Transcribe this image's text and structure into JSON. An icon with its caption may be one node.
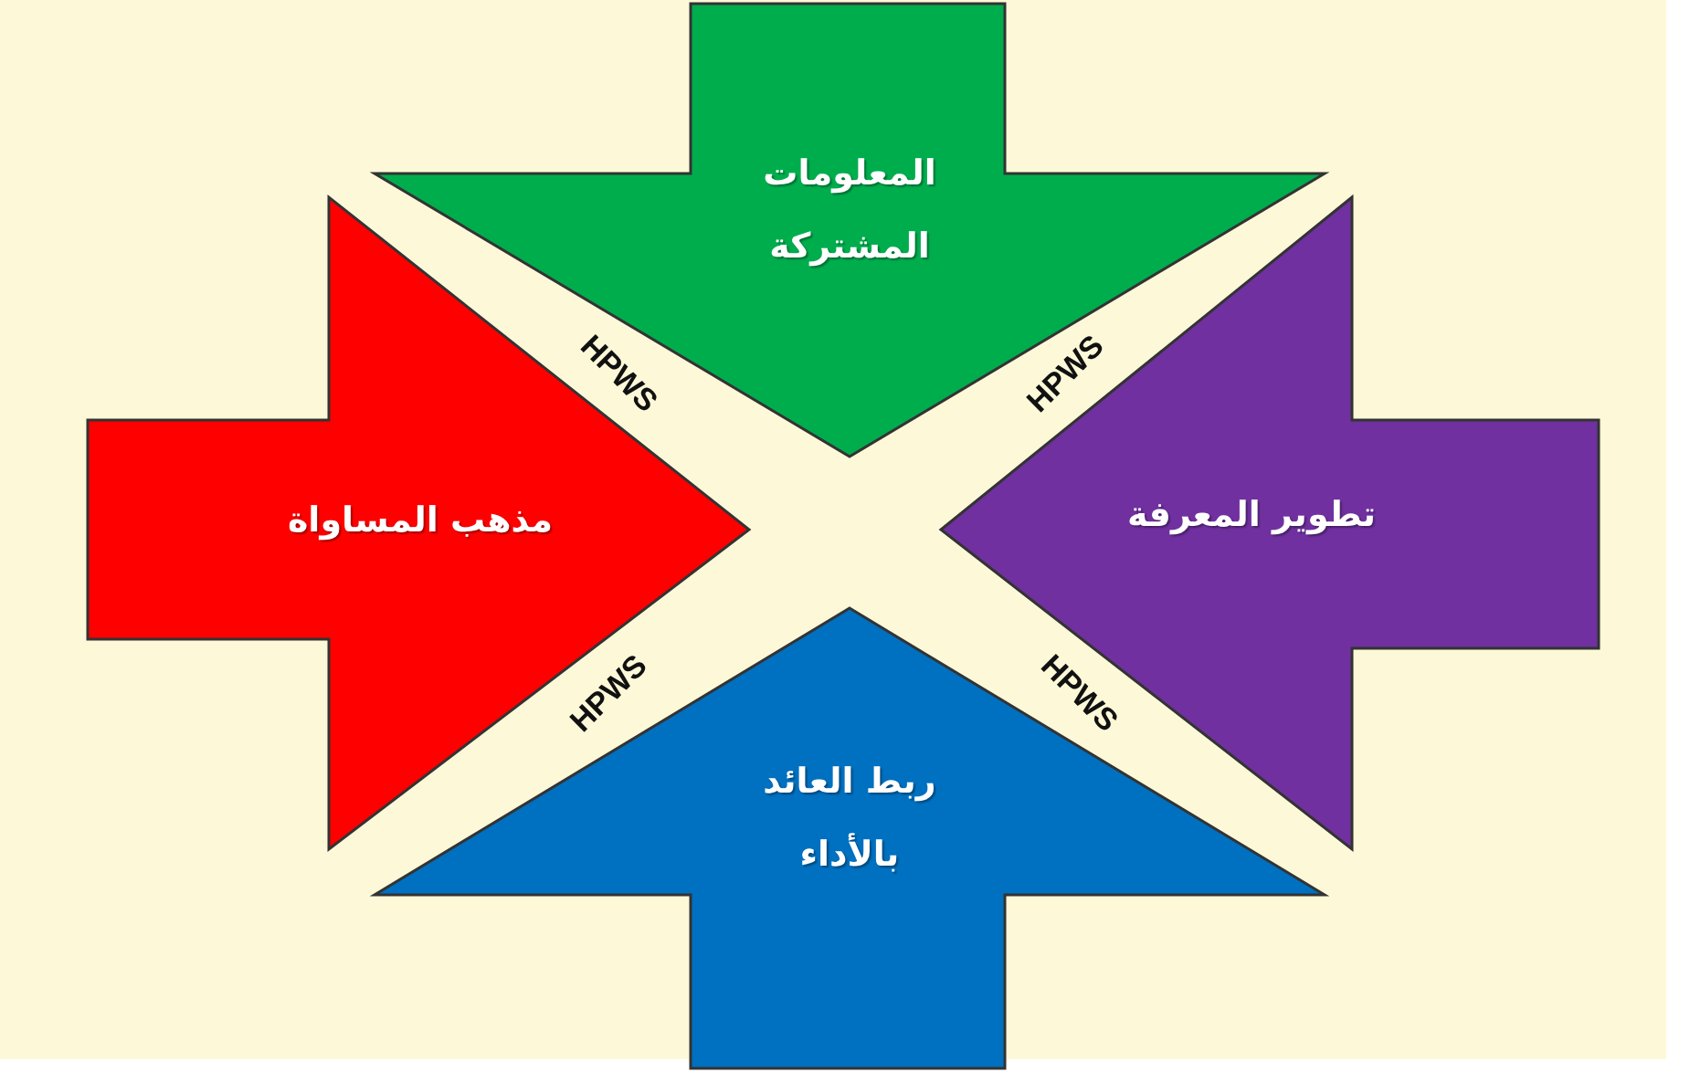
{
  "diagram": {
    "nodes": [
      {
        "text": [
          "المعلومات المشتركة"
        ]
      },
      {
        "text": [
          "مذهب المساواة"
        ]
      },
      {
        "text": [
          "تطوير المعرفة"
        ]
      },
      {
        "text": [
          "ربط العائد بالأداء"
        ]
      }
    ],
    "labels": [
      "HPWS",
      "HPWS",
      "HPWS",
      "HPWS"
    ]
  }
}
